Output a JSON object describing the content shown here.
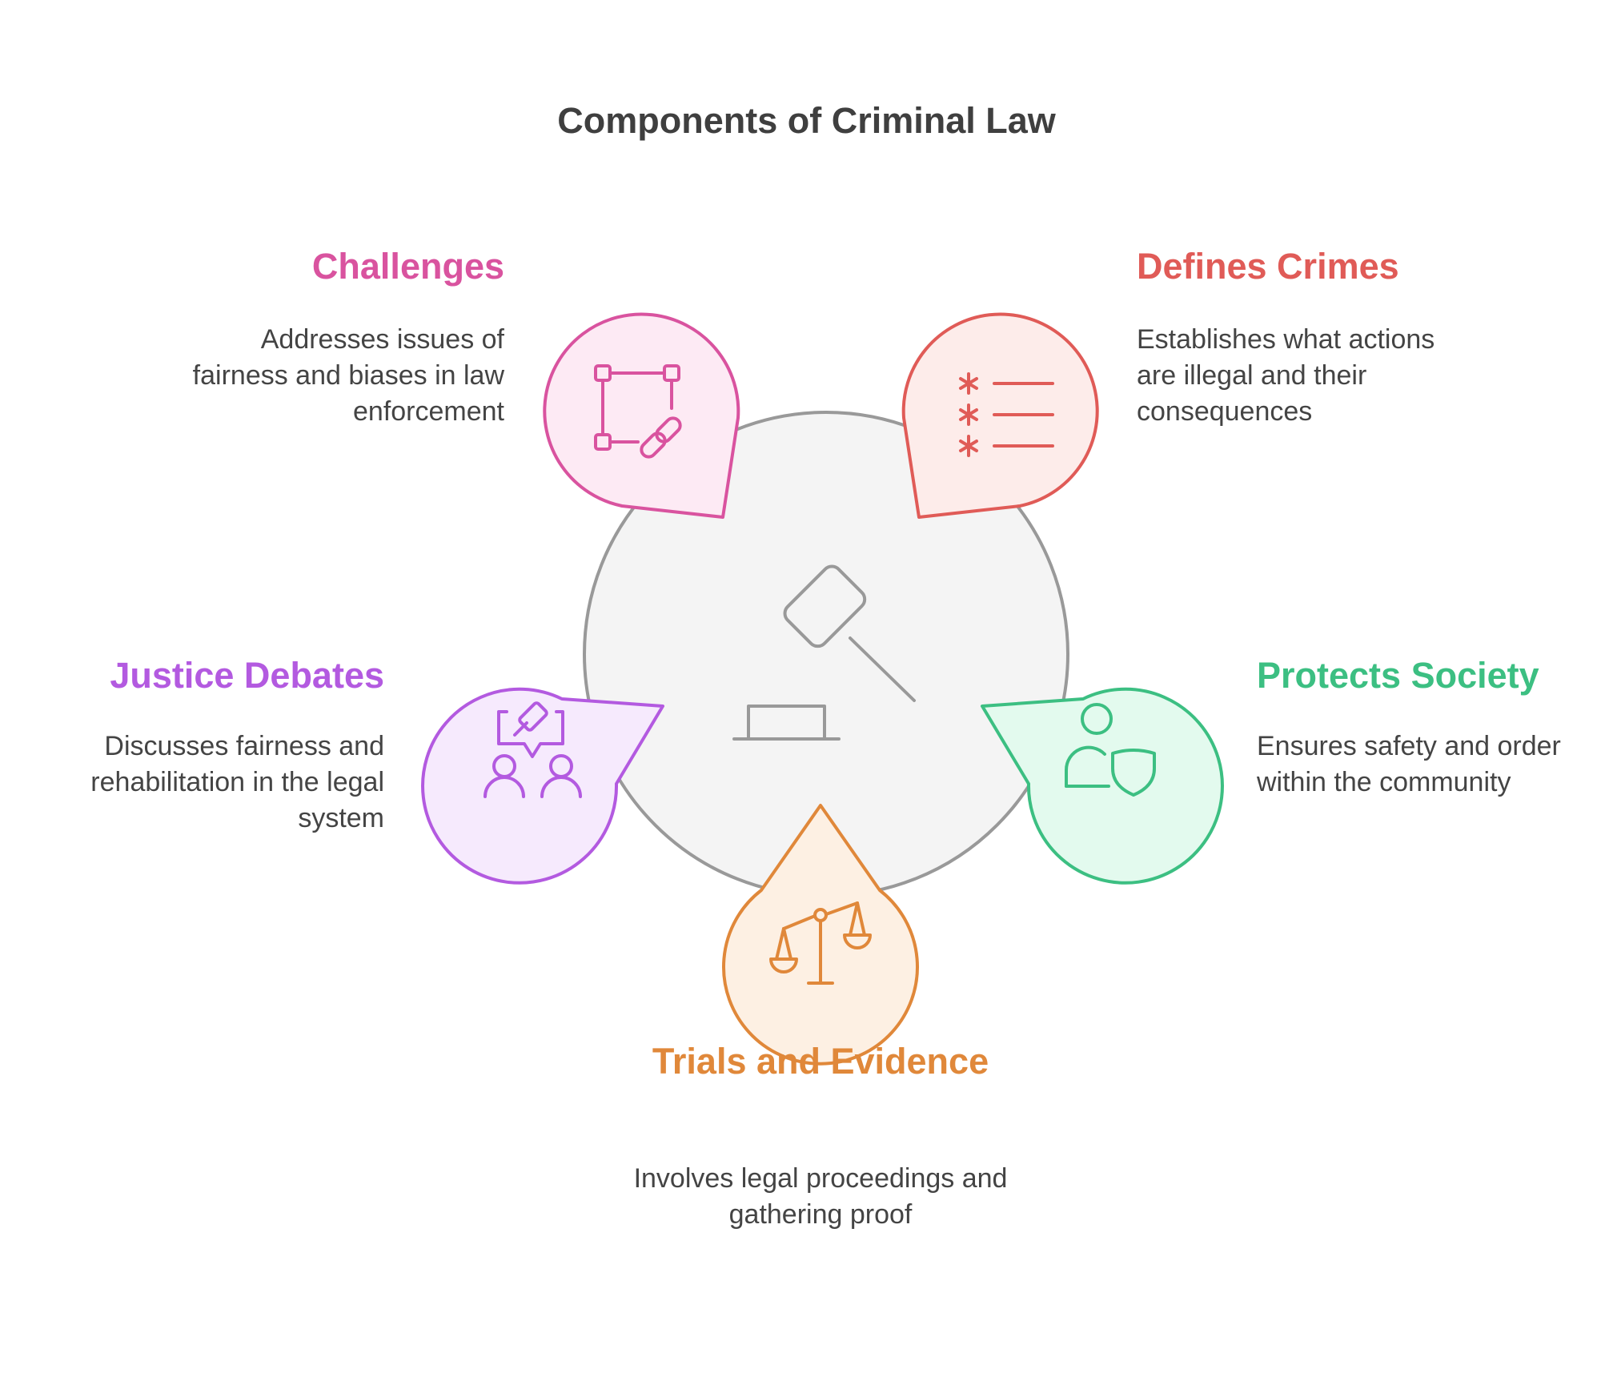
{
  "title": "Components of Criminal Law",
  "items": {
    "challenges": {
      "heading": "Challenges",
      "description": "Addresses issues of fairness and biases in law enforcement",
      "icon": "bounding-box-link-icon",
      "color": "#d9539f"
    },
    "defines_crimes": {
      "heading": "Defines Crimes",
      "description": "Establishes what actions are illegal and their consequences",
      "icon": "asterisk-list-icon",
      "color": "#e05b57"
    },
    "justice_debates": {
      "heading": "Justice Debates",
      "description": "Discusses fairness and rehabilitation in the legal system",
      "icon": "debate-gavel-icon",
      "color": "#b35ae0"
    },
    "protects_society": {
      "heading": "Protects Society",
      "description": "Ensures safety and order within the community",
      "icon": "user-shield-icon",
      "color": "#3cbf82"
    },
    "trials_evidence": {
      "heading": "Trials and Evidence",
      "description": "Involves legal proceedings and gathering proof",
      "icon": "scales-icon",
      "color": "#e0883a"
    }
  },
  "center_icon": "gavel-icon"
}
